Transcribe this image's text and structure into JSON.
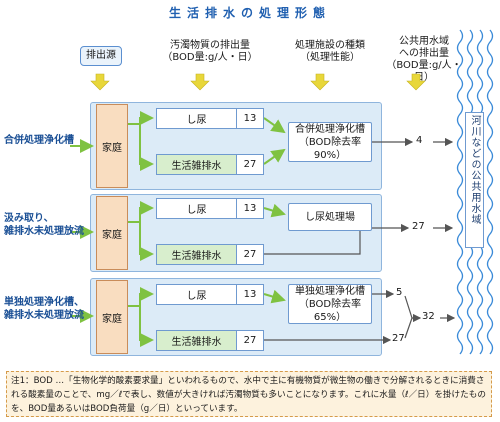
{
  "title": "生活排水の処理形態",
  "headers": {
    "source": "排出源",
    "pollutant": "汚濁物質の排出量\n（BOD量:g/人・日）",
    "facility": "処理施設の種類\n（処理性能）",
    "discharge": "公共用水域\nへの排出量\n（BOD量:g/人・日）"
  },
  "rows": [
    {
      "label": "合併処理浄化槽",
      "home": "家庭",
      "night_soil": {
        "name": "し尿",
        "value": "13"
      },
      "gray_water": {
        "name": "生活雑排水",
        "value": "27"
      },
      "facility": "合併処理浄化槽\n（BOD除去率90%）",
      "out": "4"
    },
    {
      "label": "汲み取り、\n雑排水未処理放流",
      "home": "家庭",
      "night_soil": {
        "name": "し尿",
        "value": "13"
      },
      "gray_water": {
        "name": "生活雑排水",
        "value": "27"
      },
      "facility": "し尿処理場",
      "out": "27"
    },
    {
      "label": "単独処理浄化槽、\n雑排水未処理放流",
      "home": "家庭",
      "night_soil": {
        "name": "し尿",
        "value": "13"
      },
      "gray_water": {
        "name": "生活雑排水",
        "value": "27"
      },
      "facility": "単独処理浄化槽\n（BOD除去率65%）",
      "out_a": "5",
      "out_b": "27",
      "total": "32"
    }
  ],
  "river": "河川などの公共用水域",
  "note": "注1：BOD …「生物化学的酸素要求量」といわれるもので、水中で主に有機物質が微生物の働きで分解されるときに消費される酸素量のことで、mg／ℓで表し、数値が大きければ汚濁物質も多いことになります。これに水量（ℓ／日）を掛けたものを、BOD量あるいはBOD負荷量（g／日）といっています。",
  "colors": {
    "title": "#1f5fb0",
    "panel": "#dcebf7",
    "arrow_yellow": "#e8d73a",
    "arrow_green": "#7fc241",
    "home": "#f9ddc0",
    "gray_water": "#d8eecd",
    "note": "#fdf2dd"
  }
}
